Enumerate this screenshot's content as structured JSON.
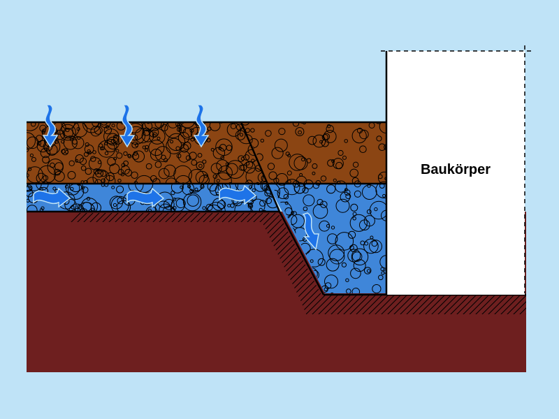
{
  "building": {
    "label": "Baukörper"
  },
  "colors": {
    "background": "#bfe3f7",
    "topsoil": "#8b4513",
    "saturated_layer": "#3f86d9",
    "subsoil": "#6e1f1f",
    "building_fill": "#ffffff",
    "arrow": "#1e73e8",
    "outline": "#000000"
  },
  "icons": {
    "infiltration": "arrow-down-wavy-icon",
    "lateral_flow": "arrow-right-wavy-icon",
    "drainage": "arrow-down-curved-icon"
  },
  "layers": [
    "topsoil",
    "water-bearing-layer",
    "subsoil",
    "gravel-backfill"
  ]
}
